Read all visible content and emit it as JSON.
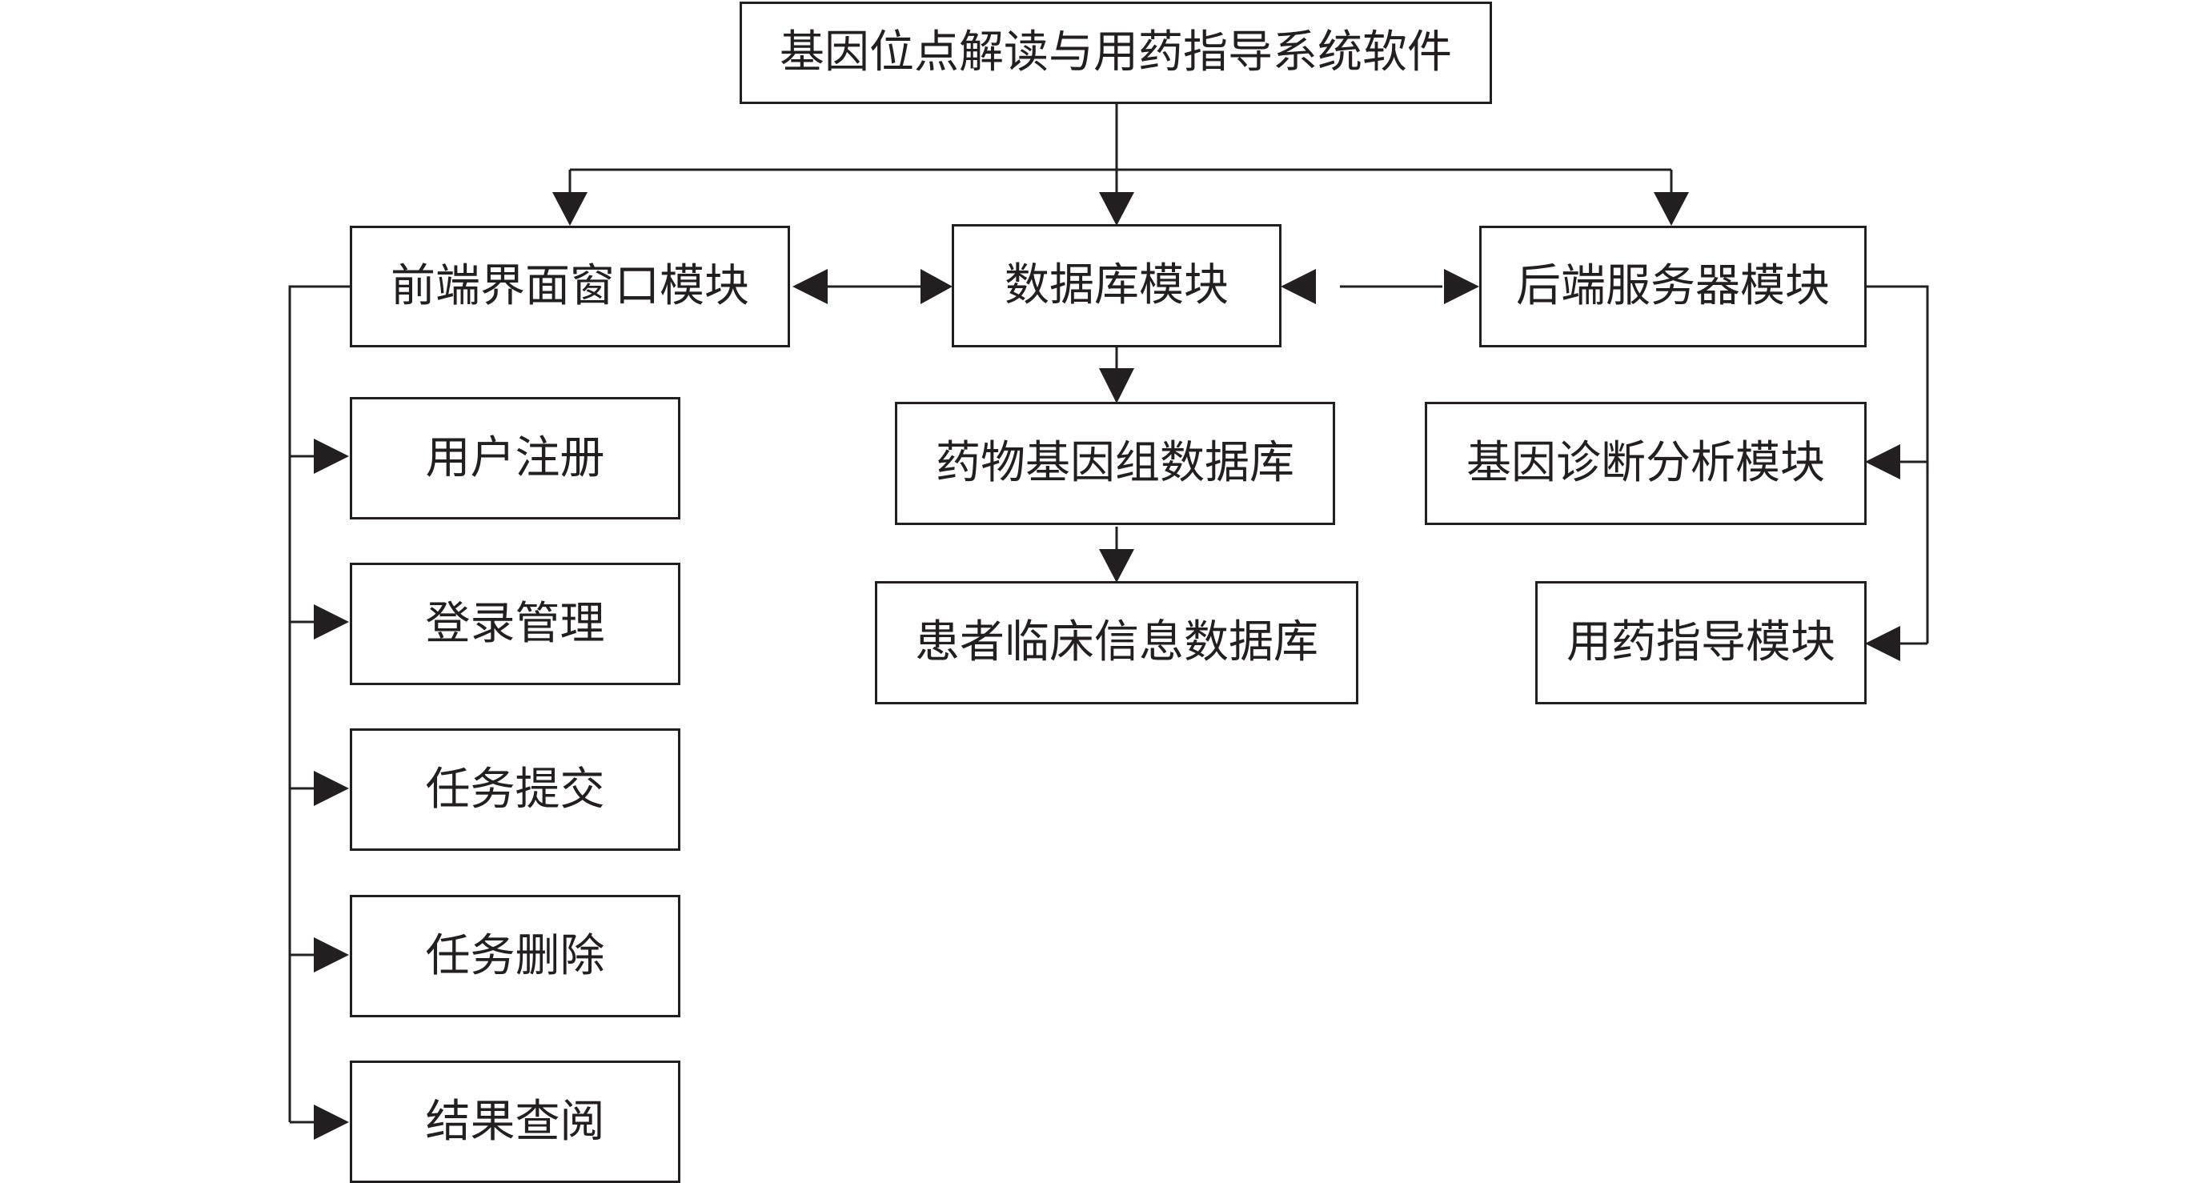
{
  "diagram": {
    "root": {
      "label": "基因位点解读与用药指导系统软件"
    },
    "modules": {
      "frontend": {
        "label": "前端界面窗口模块"
      },
      "database": {
        "label": "数据库模块"
      },
      "backend": {
        "label": "后端服务器模块"
      }
    },
    "frontend_items": [
      {
        "label": "用户注册"
      },
      {
        "label": "登录管理"
      },
      {
        "label": "任务提交"
      },
      {
        "label": "任务删除"
      },
      {
        "label": "结果查阅"
      }
    ],
    "database_items": [
      {
        "label": "药物基因组数据库"
      },
      {
        "label": "患者临床信息数据库"
      }
    ],
    "backend_items": [
      {
        "label": "基因诊断分析模块"
      },
      {
        "label": "用药指导模块"
      }
    ]
  }
}
